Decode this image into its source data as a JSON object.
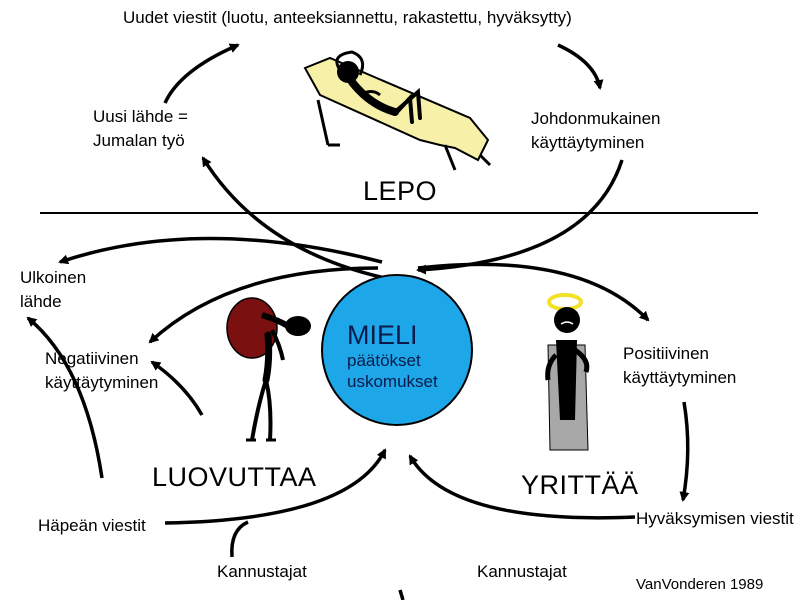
{
  "top_message": "Uudet viestit (luotu, anteeksiannettu, rakastettu, hyväksytty)",
  "rest": {
    "new_source": [
      "Uusi lähde =",
      "Jumalan työ"
    ],
    "consistent_behavior": [
      "Johdonmukainen",
      "käyttäytyminen"
    ],
    "title": "LEPO"
  },
  "mind": {
    "title": "MIELI",
    "lines": [
      "päätökset",
      "uskomukset"
    ]
  },
  "left": {
    "external_source": [
      "Ulkoinen",
      "lähde"
    ],
    "negative_behavior": [
      "Negatiivinen",
      "käyttäytyminen"
    ],
    "title": "LUOVUTTAA",
    "shame_messages": "Häpeän viestit",
    "motivators": "Kannustajat"
  },
  "right": {
    "positive_behavior": [
      "Positiivinen",
      "käyttäytyminen"
    ],
    "title": "YRITTÄÄ",
    "acceptance_messages": "Hyväksymisen viestit",
    "motivators": "Kannustajat"
  },
  "credit": "VanVonderen 1989",
  "colors": {
    "mind_circle": "#1ea7e8",
    "backpack": "#7a1010",
    "robe": "#a8a8a8",
    "halo": "#f2e227",
    "lounge_chair": "#f7f0a8"
  },
  "icons": [
    "lounging-person-icon",
    "burdened-person-icon",
    "haloed-person-icon"
  ]
}
